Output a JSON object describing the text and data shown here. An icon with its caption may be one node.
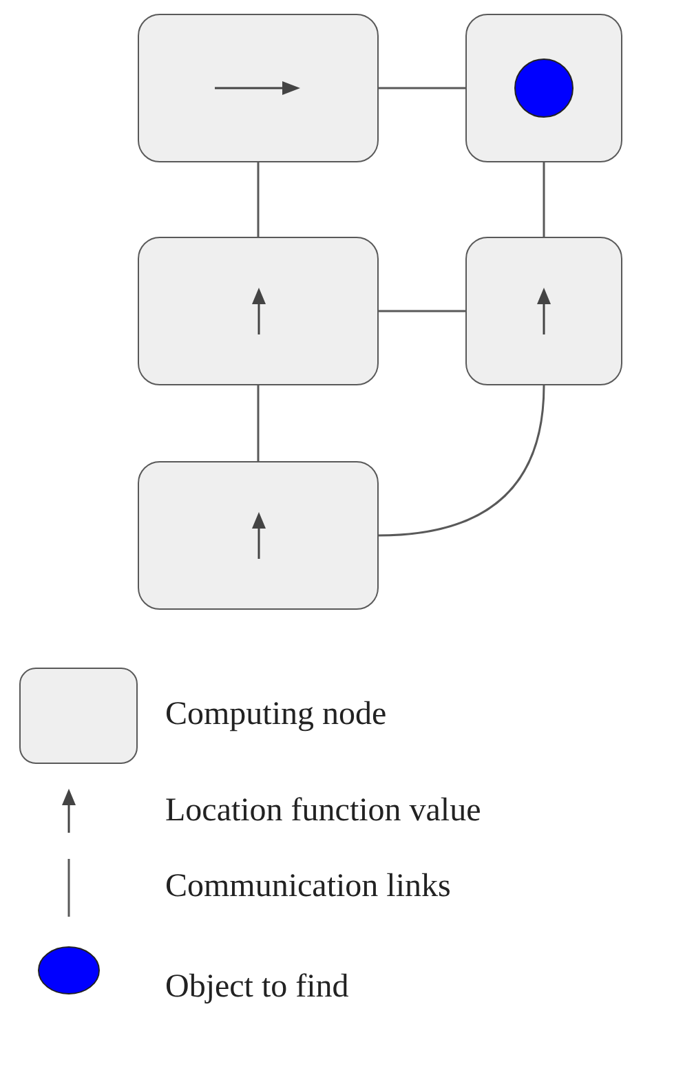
{
  "diagram": {
    "nodes": [
      {
        "text": [],
        "shape": "box"
      },
      {
        "text": [],
        "shape": "box"
      },
      {
        "text": [],
        "shape": "box"
      },
      {
        "text": [],
        "shape": "box"
      },
      {
        "text": [],
        "shape": "box"
      }
    ],
    "edges": [
      {
        "from": 0,
        "to": 1,
        "arrow": "none"
      },
      {
        "from": 0,
        "to": 2,
        "arrow": "none"
      },
      {
        "from": 1,
        "to": 3,
        "arrow": "none"
      },
      {
        "from": 2,
        "to": 3,
        "arrow": "none"
      },
      {
        "from": 2,
        "to": 4,
        "arrow": "none"
      },
      {
        "from": 4,
        "to": 3,
        "arrow": "none"
      }
    ],
    "legend": [
      {
        "text": "Computing node"
      },
      {
        "text": "Location function value"
      },
      {
        "text": "Communication links"
      },
      {
        "text": "Object to find",
        "color": "#0000ff"
      }
    ]
  }
}
